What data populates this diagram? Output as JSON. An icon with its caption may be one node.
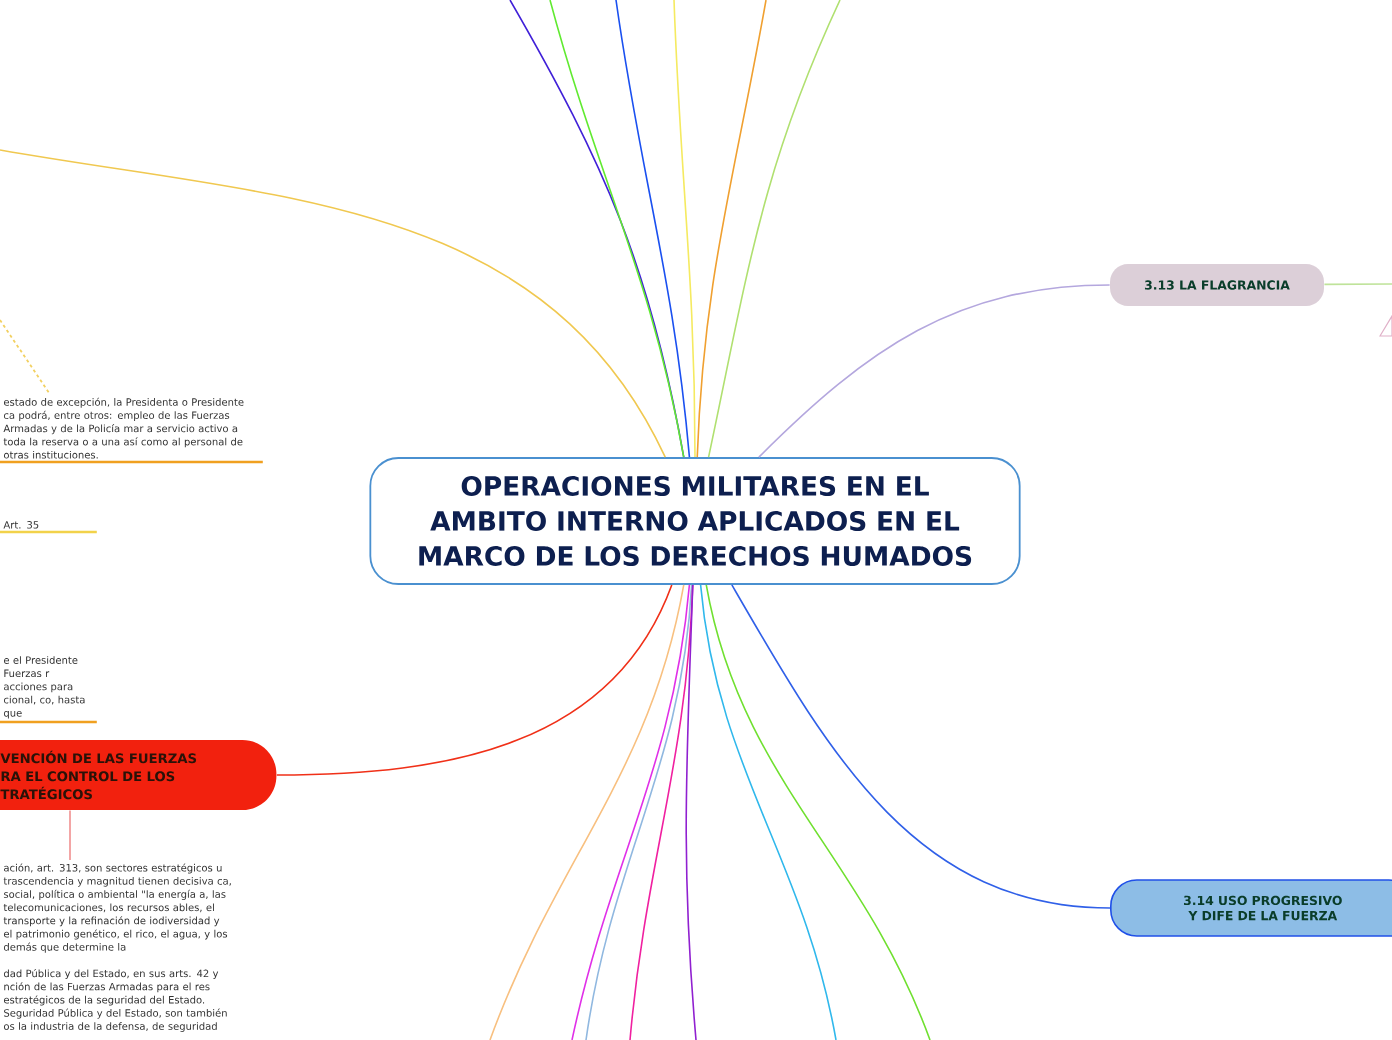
{
  "diagram": {
    "nodes": [
      {
        "text": [
          "OPERACIONES MILITARES EN EL AMBITO INTERNO APLICADOS EN EL MARCO DE LOS DERECHOS HUMADOS"
        ]
      },
      {
        "text": [
          "3.13 LA FLAGRANCIA"
        ]
      },
      {
        "text": [
          "3.14 USO PROGRESIVO Y DIFE DE LA FUERZA"
        ]
      },
      {
        "text": [
          "VENCIÓN DE LAS FUERZAS RA EL CONTROL DE LOS TRATÉGICOS"
        ]
      },
      {
        "text": [
          "estado de excepción, la Presidenta o Presidente ca podrá, entre otros: empleo de las Fuerzas Armadas y de la Policía mar a servicio activo a toda la reserva o a una así como al personal de otras instituciones."
        ]
      },
      {
        "text": [
          "Art. 35"
        ]
      },
      {
        "text": [
          "e el Presidente Fuerzas r acciones para cional, co, hasta que"
        ]
      },
      {
        "text": [
          "ación, art. 313, son sectores estratégicos u trascendencia y magnitud tienen decisiva ca, social, política o ambiental \"la energía a, las telecomunicaciones, los recursos ables, el transporte y la refinación de iodiversidad y el patrimonio genético, el rico, el agua, y los demás que determine la",
          "dad Pública y del Estado, en sus arts. 42 y nción de las Fuerzas Armadas para el res estratégicos de la seguridad del Estado. Seguridad Pública y del Estado, son también os la industria de la defensa, de seguridad"
        ]
      }
    ],
    "edges": [
      {
        "from": 0,
        "to": 1,
        "arrow": "none",
        "color": "#b4a7de"
      },
      {
        "from": 0,
        "to": 2,
        "arrow": "none",
        "color": "#3060e8"
      },
      {
        "from": 0,
        "to": 3,
        "arrow": "none",
        "color": "#f03018"
      },
      {
        "from": 1,
        "to": null,
        "arrow": "none",
        "color": "#bfe39a"
      },
      {
        "from": 3,
        "to": 7,
        "arrow": "none",
        "color": "#f09090"
      },
      {
        "from": null,
        "to": 4,
        "arrow": "none",
        "style": "dashed",
        "color": "#f2d060"
      },
      {
        "from": 0,
        "to": null,
        "arrow": "none",
        "color": "#4020d8"
      },
      {
        "from": 0,
        "to": null,
        "arrow": "none",
        "color": "#60ea30"
      },
      {
        "from": 0,
        "to": null,
        "arrow": "none",
        "color": "#1a50f0"
      },
      {
        "from": 0,
        "to": null,
        "arrow": "none",
        "color": "#f5ea60"
      },
      {
        "from": 0,
        "to": null,
        "arrow": "none",
        "color": "#f0a030"
      },
      {
        "from": 0,
        "to": null,
        "arrow": "none",
        "color": "#b0e070"
      },
      {
        "from": 0,
        "to": null,
        "arrow": "none",
        "color": "#f0c850"
      },
      {
        "from": 0,
        "to": null,
        "arrow": "none",
        "color": "#f8c080"
      },
      {
        "from": 0,
        "to": null,
        "arrow": "none",
        "color": "#e030e8"
      },
      {
        "from": 0,
        "to": null,
        "arrow": "none",
        "color": "#90b8e0"
      },
      {
        "from": 0,
        "to": null,
        "arrow": "none",
        "color": "#f020a0"
      },
      {
        "from": 0,
        "to": null,
        "arrow": "none",
        "color": "#9020d0"
      },
      {
        "from": 0,
        "to": null,
        "arrow": "none",
        "color": "#30b8ec"
      },
      {
        "from": 0,
        "to": null,
        "arrow": "none",
        "color": "#70e030"
      }
    ]
  }
}
